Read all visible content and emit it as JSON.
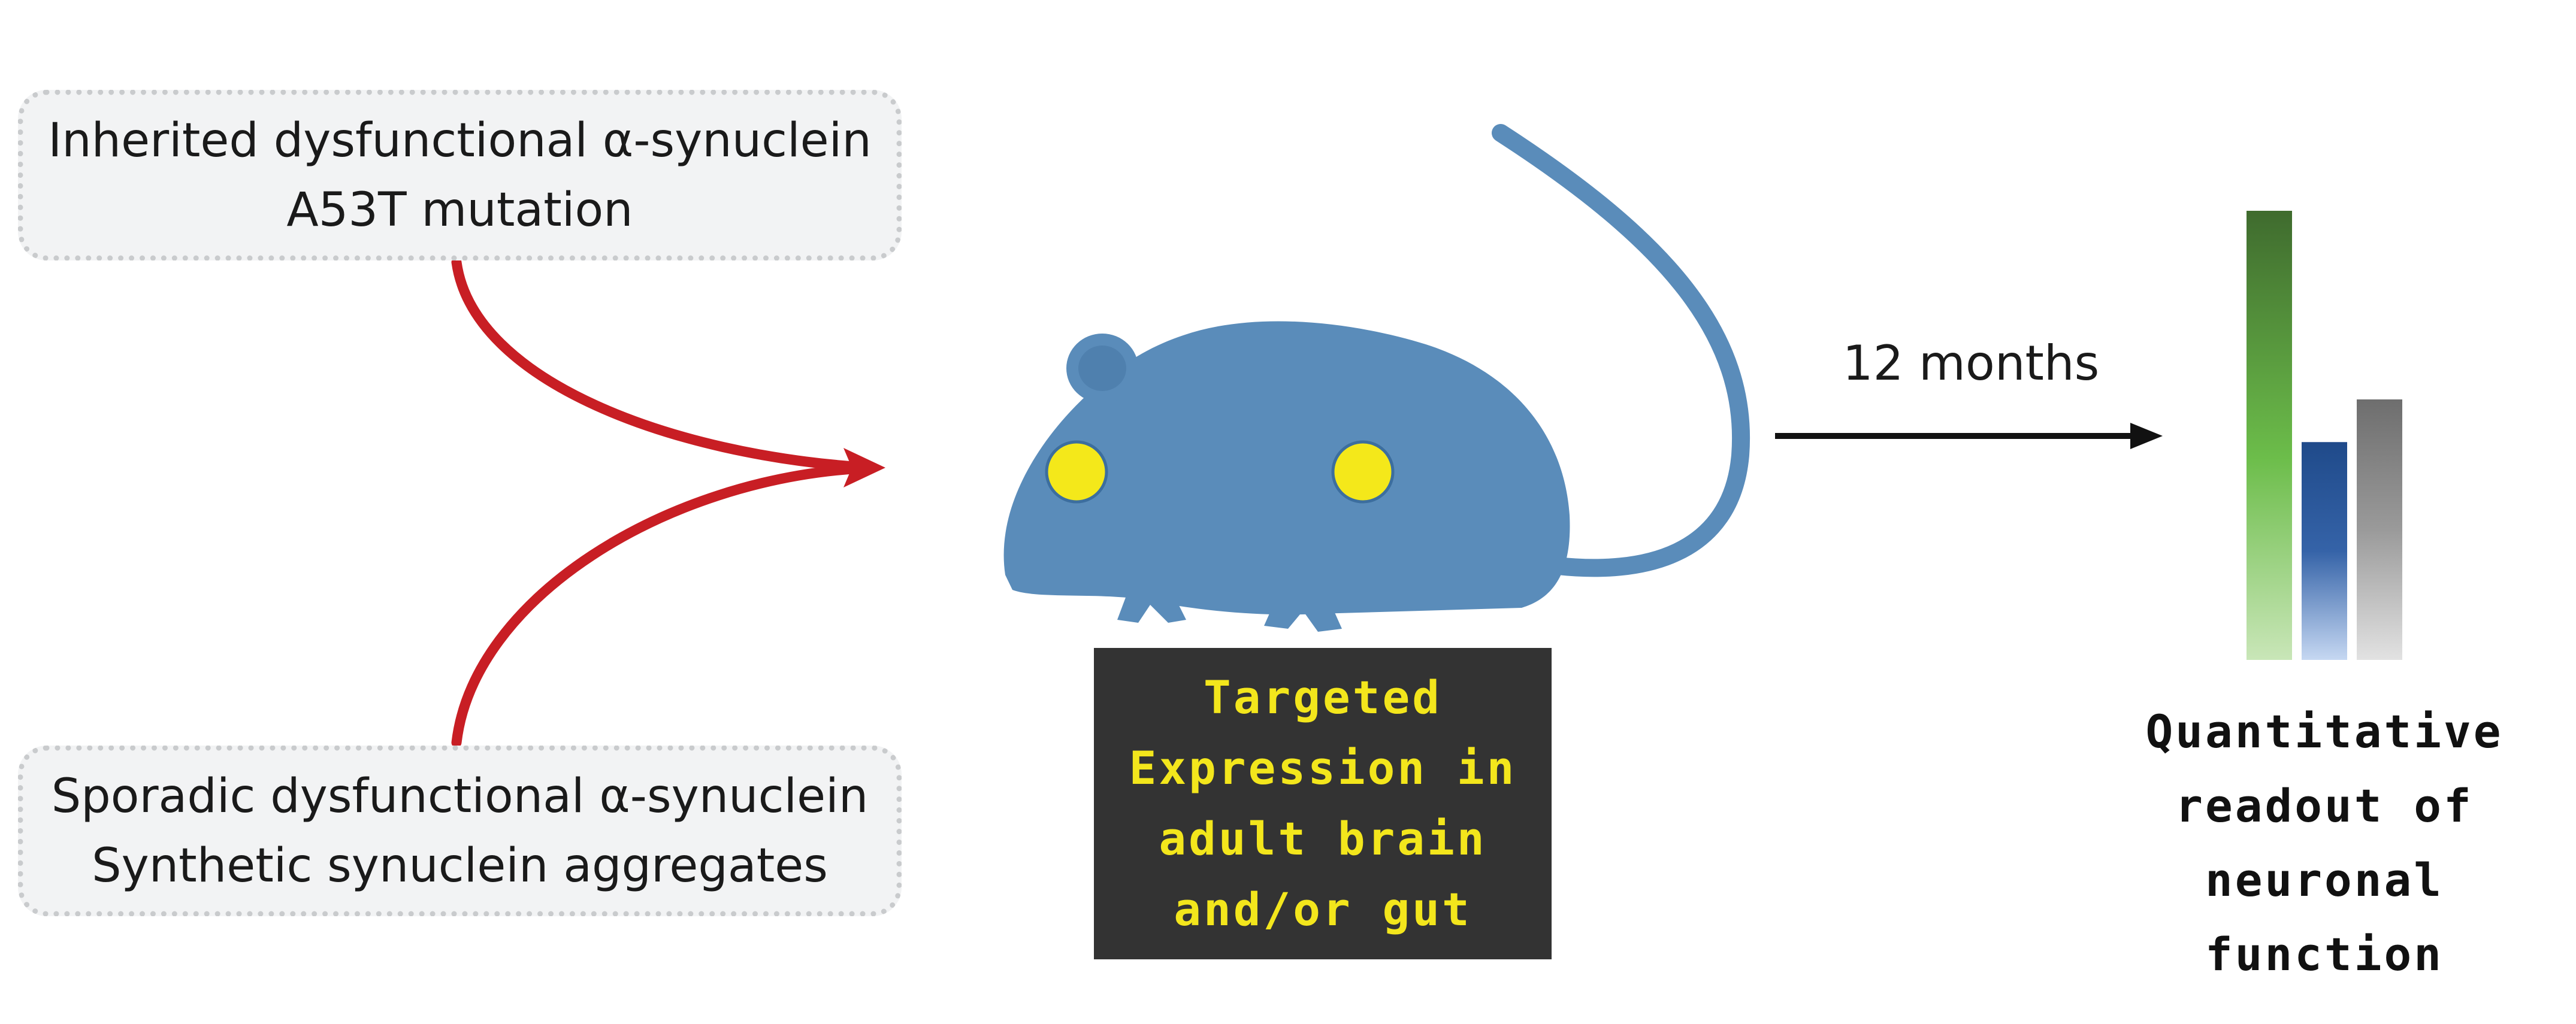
{
  "inputs": {
    "inherited": {
      "line1": "Inherited dysfunctional α-synuclein",
      "line2": "A53T mutation"
    },
    "sporadic": {
      "line1": "Sporadic dysfunctional α-synuclein",
      "line2": "Synthetic synuclein aggregates"
    }
  },
  "model": {
    "icon": "mouse-icon",
    "targeting": {
      "line1": "Targeted",
      "line2": "Expression in",
      "line3": "adult brain",
      "line4": "and/or gut"
    }
  },
  "timeline": {
    "label": "12 months"
  },
  "readout": {
    "line1": "Quantitative",
    "line2": "readout of",
    "line3": "neuronal function"
  },
  "readout_bars": [
    {
      "value": 1.0,
      "color_top": "#3f6b2e",
      "color_bottom": "#c9e6b8"
    },
    {
      "value": 0.485,
      "color_top": "#1f4a8a",
      "color_bottom": "#c6d8f2"
    },
    {
      "value": 0.58,
      "color_top": "#7a7a7a",
      "color_bottom": "#e2e2e2"
    }
  ],
  "colors": {
    "convergence_arrows": "#c81e24",
    "mouse_body": "#5a8cba",
    "markers": "#f4e81a",
    "timeline_arrow": "#111111",
    "target_box": "#333333",
    "target_text": "#f3e61c"
  }
}
